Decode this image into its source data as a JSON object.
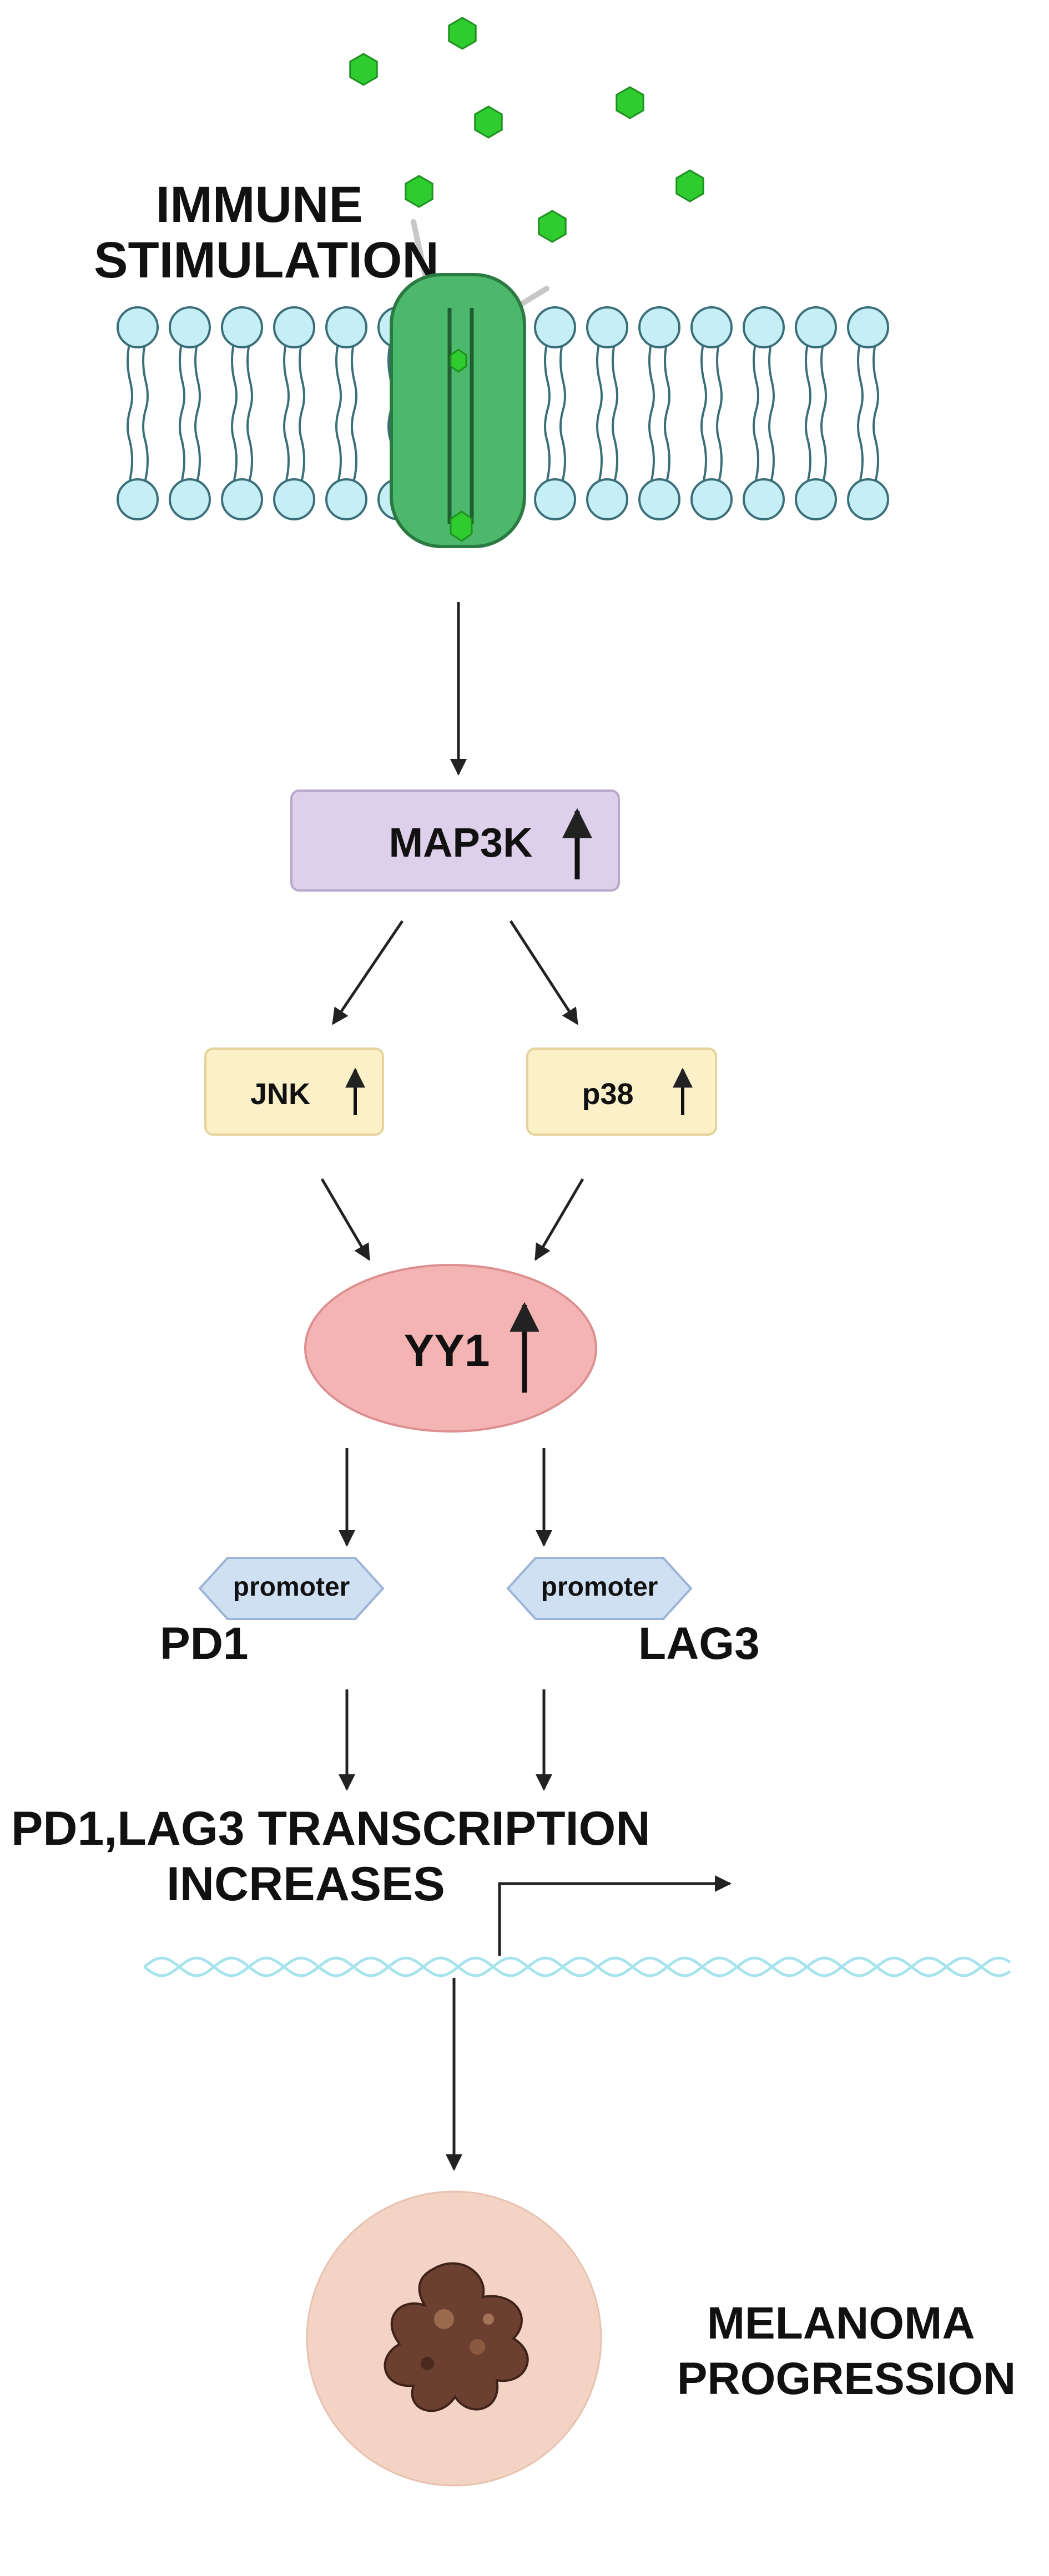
{
  "labels": {
    "immune_stimulation": [
      "IMMUNE",
      "STIMULATION"
    ],
    "map3k": "MAP3K",
    "jnk": "JNK",
    "p38": "p38",
    "yy1": "YY1",
    "promoter_left": "promoter",
    "promoter_right": "promoter",
    "pd1": "PD1",
    "lag3": "LAG3",
    "transcription": [
      "PD1,LAG3 TRANSCRIPTION",
      "INCREASES"
    ],
    "melanoma": [
      "MELANOMA",
      "PROGRESSION"
    ]
  },
  "colors": {
    "ligand": "#2ecc2e",
    "channel": "#4cb86b",
    "lipid_head": "#c6eef5",
    "map3k_box": "#ddd0ea",
    "kinase_box": "#fbf0c8",
    "yy1_ellipse": "#f4b4b4",
    "promoter_shape": "#cfe0f3",
    "dna": "#a6e3ec",
    "cell": "#f2d3c4",
    "tumor": "#6b4030",
    "arrow": "#222222"
  },
  "icons": [
    "ligand-molecule-icon",
    "membrane-channel-icon",
    "up-arrow-icon",
    "dna-helix-icon",
    "tumor-icon"
  ]
}
